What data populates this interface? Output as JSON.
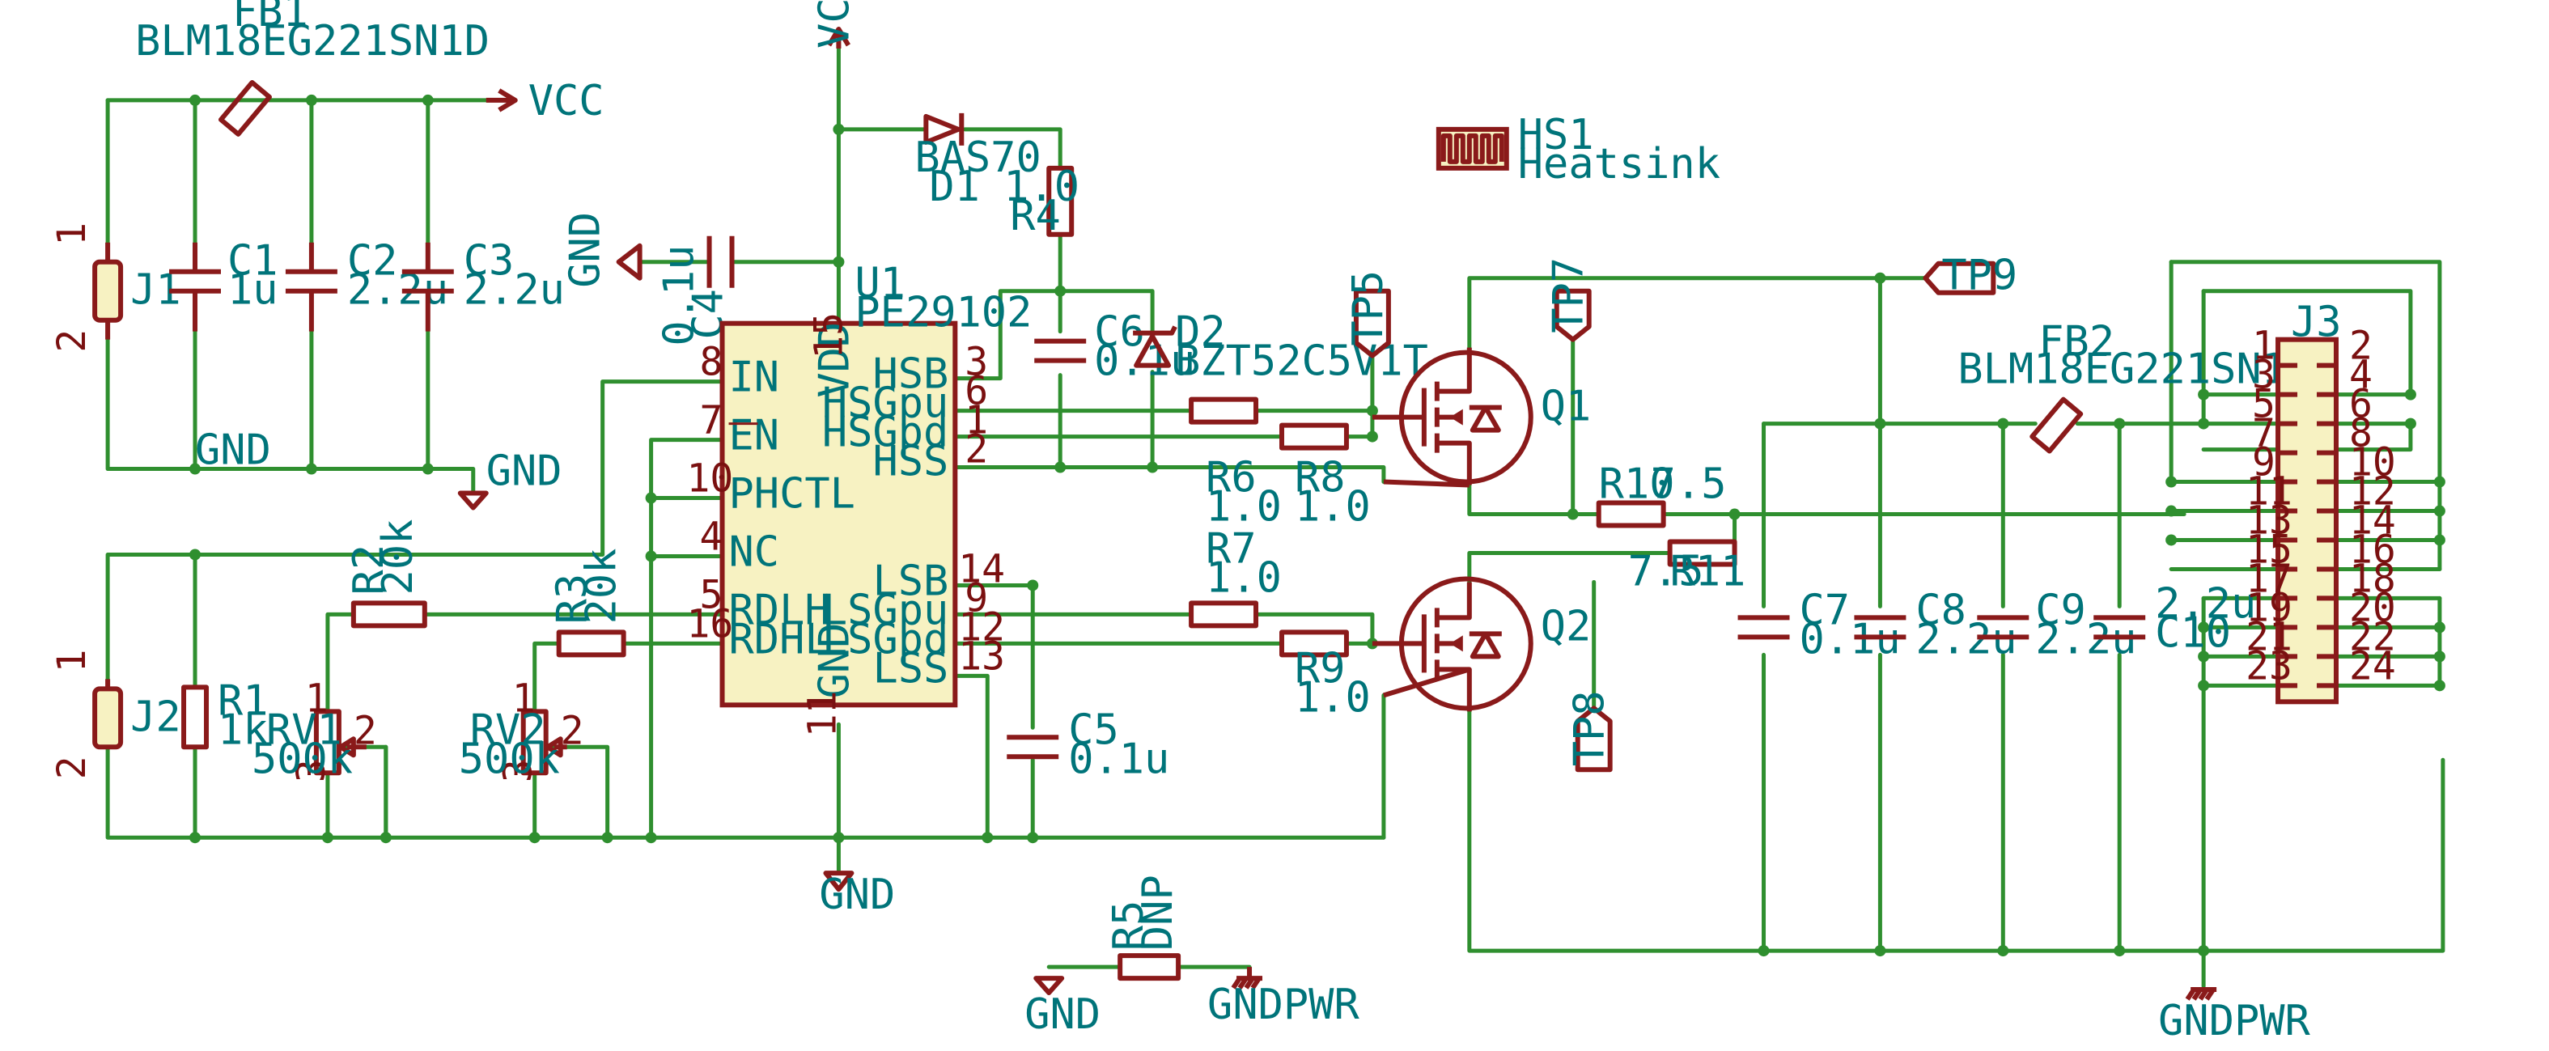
{
  "components": {
    "fb1": {
      "ref": "FB1",
      "value": "BLM18EG221SN1D"
    },
    "fb2": {
      "ref": "FB2",
      "value": "BLM18EG221SN1D"
    },
    "c1": {
      "ref": "C1",
      "value": "1u"
    },
    "c2": {
      "ref": "C2",
      "value": "2.2u"
    },
    "c3": {
      "ref": "C3",
      "value": "2.2u"
    },
    "c4": {
      "ref": "C4",
      "value": "0.1u"
    },
    "c5": {
      "ref": "C5",
      "value": "0.1u"
    },
    "c6": {
      "ref": "C6",
      "value": "0.1u"
    },
    "c7": {
      "ref": "C7",
      "value": "0.1u"
    },
    "c8": {
      "ref": "C8",
      "value": "2.2u"
    },
    "c9": {
      "ref": "C9",
      "value": "2.2u"
    },
    "c10": {
      "ref": "C10",
      "value": "2.2u"
    },
    "j1": {
      "ref": "J1"
    },
    "j2": {
      "ref": "J2"
    },
    "j3": {
      "ref": "J3"
    },
    "d1": {
      "ref": "D1",
      "value": "BAS70"
    },
    "d2": {
      "ref": "D2",
      "value": "BZT52C5V1T"
    },
    "r1": {
      "ref": "R1",
      "value": "1k"
    },
    "r2": {
      "ref": "R2",
      "value": "20k"
    },
    "r3": {
      "ref": "R3",
      "value": "20k"
    },
    "r4": {
      "ref": "R4",
      "value": "1.0"
    },
    "r5": {
      "ref": "R5",
      "value": "DNP"
    },
    "r6": {
      "ref": "R6",
      "value": "1.0"
    },
    "r7": {
      "ref": "R7",
      "value": "1.0"
    },
    "r8": {
      "ref": "R8",
      "value": "1.0"
    },
    "r9": {
      "ref": "R9",
      "value": "1.0"
    },
    "r10": {
      "ref": "R10",
      "value": "7.5"
    },
    "r11": {
      "ref": "R11",
      "value": "7.5"
    },
    "rv1": {
      "ref": "RV1",
      "value": "500k"
    },
    "rv2": {
      "ref": "RV2",
      "value": "500k"
    },
    "q1": {
      "ref": "Q1"
    },
    "q2": {
      "ref": "Q2"
    },
    "hs1": {
      "ref": "HS1",
      "value": "Heatsink"
    },
    "tp5": {
      "ref": "TP5"
    },
    "tp7": {
      "ref": "TP7"
    },
    "tp8": {
      "ref": "TP8"
    },
    "tp9": {
      "ref": "TP9"
    }
  },
  "u1": {
    "ref": "U1",
    "value": "PE29102",
    "left_pins": [
      {
        "num": "8",
        "name": "IN"
      },
      {
        "num": "7",
        "name": "EN"
      },
      {
        "num": "10",
        "name": "PHCTL"
      },
      {
        "num": "4",
        "name": "NC"
      },
      {
        "num": "5",
        "name": "RDLH"
      },
      {
        "num": "16",
        "name": "RDHL"
      }
    ],
    "right_pins": [
      {
        "num": "3",
        "name": "HSB"
      },
      {
        "num": "6",
        "name": "HSGpu"
      },
      {
        "num": "1",
        "name": "HSGpd"
      },
      {
        "num": "2",
        "name": "HSS"
      },
      {
        "num": "14",
        "name": "LSB"
      },
      {
        "num": "9",
        "name": "LSGpu"
      },
      {
        "num": "12",
        "name": "LSGpd"
      },
      {
        "num": "13",
        "name": "LSS"
      }
    ],
    "top_pin": {
      "num": "15",
      "name": "VDD"
    },
    "bottom_pin": {
      "num": "11",
      "name": "GND"
    }
  },
  "pin_numbers": {
    "one": "1",
    "two": "2",
    "three": "3"
  },
  "nets": {
    "vcc": "VCC",
    "gnd": "GND",
    "gndpwr": "GNDPWR"
  },
  "j3_pins": [
    "1",
    "2",
    "3",
    "4",
    "5",
    "6",
    "7",
    "8",
    "9",
    "10",
    "11",
    "12",
    "13",
    "14",
    "15",
    "16",
    "17",
    "18",
    "19",
    "20",
    "21",
    "22",
    "23",
    "24"
  ],
  "colors": {
    "wire": "#2f8f2f",
    "symbol": "#8a1a1a",
    "text": "#00747a",
    "chip_fill": "#f7f2c2"
  }
}
